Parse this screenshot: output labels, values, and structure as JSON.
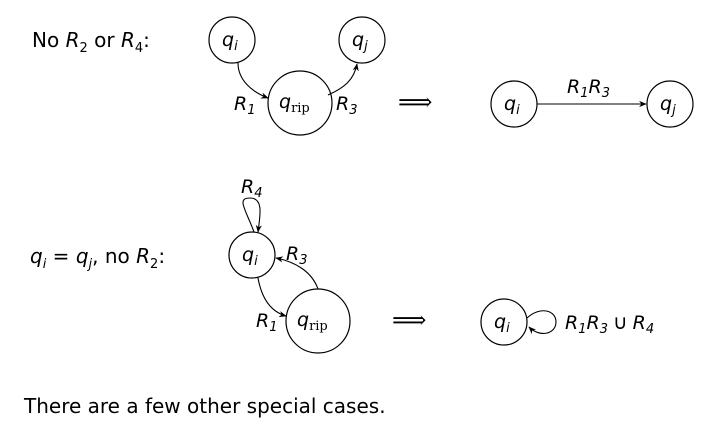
{
  "case1": {
    "label": "No R₂ or R₄:",
    "left": {
      "node_qi": "q_i",
      "node_qj": "q_j",
      "node_qrip": "q_rip",
      "edge_in": "R_1",
      "edge_out": "R_3"
    },
    "right": {
      "node_qi": "q_i",
      "node_qj": "q_j",
      "edge": "R_1R_3"
    }
  },
  "case2": {
    "label": "q_i = q_j, no R₂:",
    "left": {
      "node_qi": "q_i",
      "node_qrip": "q_rip",
      "loop": "R_4",
      "edge_in": "R_1",
      "edge_out": "R_3"
    },
    "right": {
      "node_qi": "q_i",
      "loop": "R_1R_3 ∪ R_4"
    }
  },
  "implies_symbol": "⟹",
  "footer": "There are a few other special cases."
}
